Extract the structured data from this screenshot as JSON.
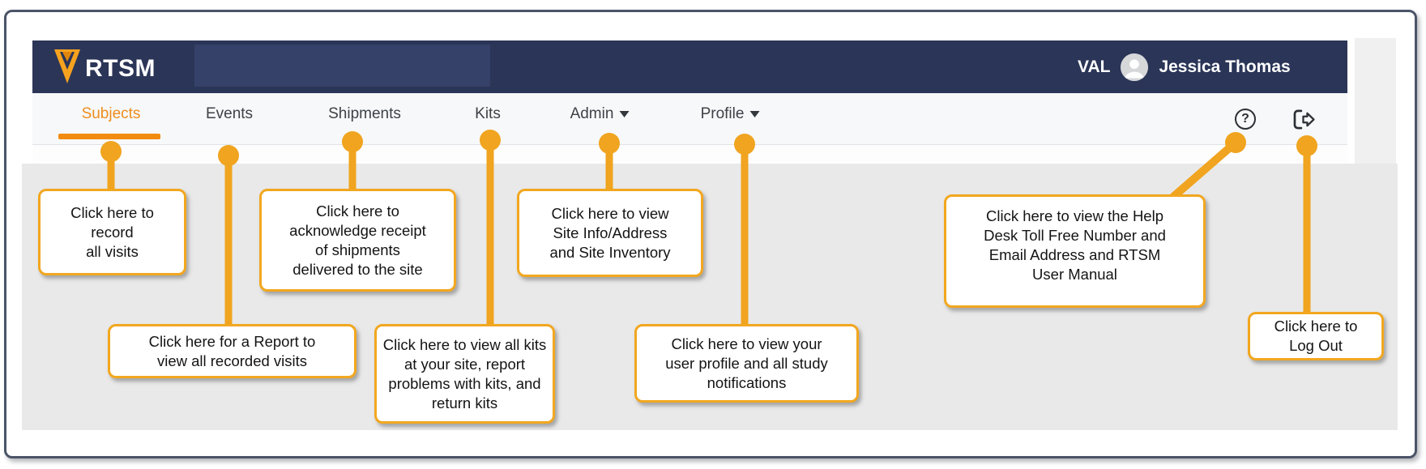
{
  "colors": {
    "accent_orange": "#F2A41F",
    "active_tab_orange": "#EE8D1E",
    "navbar_navy": "#2B3557",
    "navbar_light_navy": "#364169",
    "panel_gray": "#E9E9E9"
  },
  "navbar": {
    "logo": "RTSM",
    "env": "VAL",
    "user": "Jessica Thomas"
  },
  "tabs": [
    {
      "label": "Subjects",
      "active": true
    },
    {
      "label": "Events",
      "active": false
    },
    {
      "label": "Shipments",
      "active": false
    },
    {
      "label": "Kits",
      "active": false
    },
    {
      "label": "Admin",
      "active": false,
      "has_caret": true
    },
    {
      "label": "Profile",
      "active": false,
      "has_caret": true
    }
  ],
  "icons": {
    "help_glyph": "?",
    "logout": "log-out"
  },
  "callouts": [
    {
      "for": "subjects",
      "text": "Click here to\nrecord\nall visits"
    },
    {
      "for": "events",
      "text": "Click here for a Report to\nview all recorded visits"
    },
    {
      "for": "shipments",
      "text": "Click here to\nacknowledge receipt\nof shipments\ndelivered to the site"
    },
    {
      "for": "kits",
      "text": "Click here to view all kits\nat your site, report\nproblems with kits, and\nreturn kits"
    },
    {
      "for": "admin",
      "text": "Click here to view\nSite Info/Address\nand Site Inventory"
    },
    {
      "for": "profile",
      "text": "Click here to view your\nuser profile and all study\nnotifications"
    },
    {
      "for": "help",
      "text": "Click here to view the Help\nDesk Toll Free Number and\nEmail Address and RTSM\nUser Manual"
    },
    {
      "for": "logout",
      "text": "Click here to\nLog Out"
    }
  ]
}
